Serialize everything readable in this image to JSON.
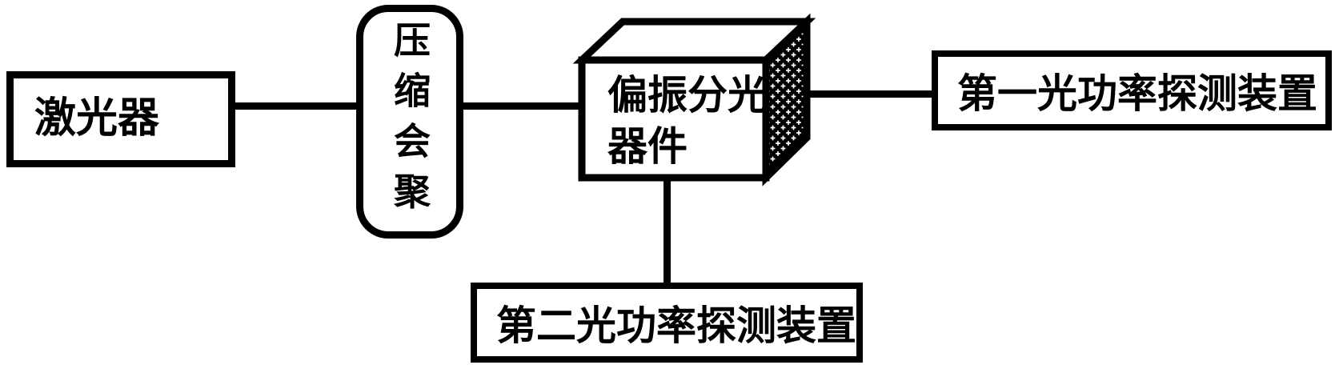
{
  "diagram": {
    "title": "optical-power-detection-block-diagram",
    "background_color": "#ffffff",
    "stroke_color": "#000000",
    "nodes": {
      "laser": {
        "label": "激光器",
        "shape": "rectangle"
      },
      "compressor": {
        "label": "压缩会聚",
        "shape": "rounded-rectangle",
        "text_orientation": "vertical"
      },
      "pbs": {
        "label": "偏振分光器件",
        "label_lines": [
          "偏振分光",
          "器件"
        ],
        "shape": "3d-box",
        "side_face_fill": "crosshatch-pattern"
      },
      "detector1": {
        "label": "第一光功率探测装置",
        "shape": "rectangle"
      },
      "detector2": {
        "label": "第二光功率探测装置",
        "shape": "rectangle"
      }
    },
    "connections": [
      {
        "from": "laser",
        "to": "compressor",
        "type": "line"
      },
      {
        "from": "compressor",
        "to": "pbs",
        "type": "line"
      },
      {
        "from": "pbs",
        "to": "detector1",
        "type": "line"
      },
      {
        "from": "pbs",
        "to": "detector2",
        "type": "line"
      }
    ]
  }
}
